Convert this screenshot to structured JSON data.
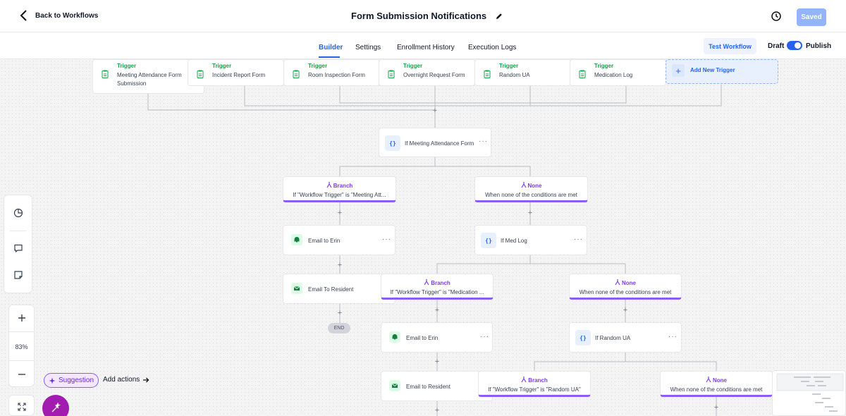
{
  "header": {
    "back_label": "Back to Workflows",
    "title": "Form Submission Notifications",
    "saved_label": "Saved"
  },
  "tabs": [
    {
      "label": "Builder",
      "active": true
    },
    {
      "label": "Settings",
      "active": false
    },
    {
      "label": "Enrollment History",
      "active": false
    },
    {
      "label": "Execution Logs",
      "active": false
    }
  ],
  "toolbar": {
    "test_label": "Test Workflow",
    "draft_label": "Draft",
    "publish_label": "Publish",
    "publish_on": true
  },
  "triggers": [
    {
      "label": "Trigger",
      "name": "Meeting Attendance Form Submission"
    },
    {
      "label": "Trigger",
      "name": "Incident Report Form"
    },
    {
      "label": "Trigger",
      "name": "Room Inspection Form"
    },
    {
      "label": "Trigger",
      "name": "Overnight Request Form"
    },
    {
      "label": "Trigger",
      "name": "Random UA"
    },
    {
      "label": "Trigger",
      "name": "Medication Log"
    }
  ],
  "add_trigger_label": "Add New Trigger",
  "conditions": {
    "c1": {
      "icon": "{}",
      "name": "If Meeting Attendance Form"
    },
    "c2": {
      "icon": "{}",
      "name": "If Med Log"
    },
    "c3": {
      "icon": "{}",
      "name": "If Random UA"
    }
  },
  "branches": {
    "b1": {
      "title": "Branch",
      "desc": "If \"Workflow Trigger\" is \"Meeting Att..."
    },
    "n1": {
      "title": "None",
      "desc": "When none of the conditions are met"
    },
    "b2": {
      "title": "Branch",
      "desc": "If \"Workflow Trigger\" is \"Medication ..."
    },
    "n2": {
      "title": "None",
      "desc": "When none of the conditions are met"
    },
    "b3": {
      "title": "Branch",
      "desc": "If \"Workflow Trigger\" is \"Random UA\""
    },
    "n3": {
      "title": "None",
      "desc": "When none of the conditions are met"
    }
  },
  "actions": {
    "a1": {
      "name": "Email to Erin"
    },
    "a2": {
      "name": "Email To Resident"
    },
    "a3": {
      "name": "Email to Erin"
    },
    "a4": {
      "name": "Email to Resident"
    }
  },
  "end_label": "END",
  "zoom": "83%",
  "suggestion_label": "Suggestion",
  "add_actions_label": "Add actions",
  "colors": {
    "accent": "#2563eb",
    "branch": "#8b5cf6",
    "trigger": "#16a34a"
  }
}
